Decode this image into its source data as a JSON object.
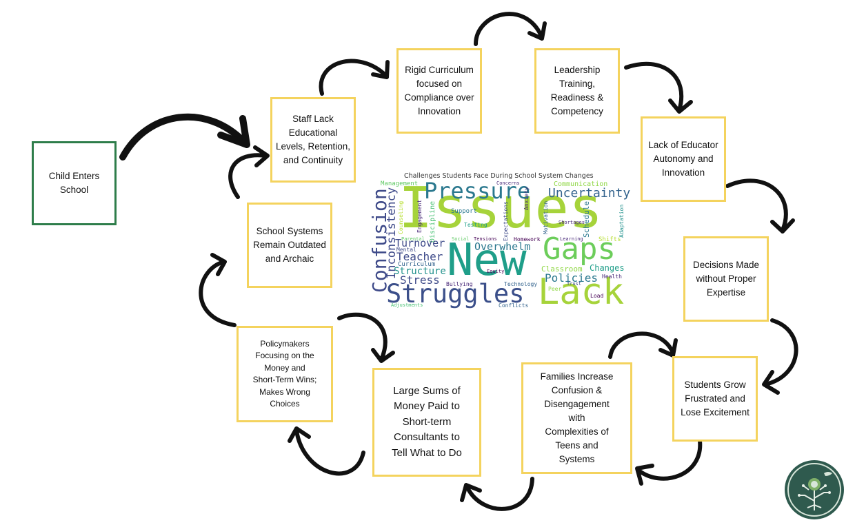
{
  "nodes": {
    "child_enters": "Child Enters\nSchool",
    "staff_lack": "Staff Lack\nEducational\nLevels, Retention,\nand Continuity",
    "rigid_curriculum": "Rigid Curriculum\nfocused on\nCompliance over\nInnovation",
    "leadership": "Leadership\nTraining,\nReadiness &\nCompetency",
    "lack_autonomy": "Lack of Educator\nAutonomy and\nInnovation",
    "decisions": "Decisions Made\nwithout Proper\nExpertise",
    "students_grow": "Students Grow\nFrustrated and\nLose Excitement",
    "families": "Families Increase\nConfusion &\nDisengagement\nwith\nComplexities of\nTeens and\nSystems",
    "large_sums": "Large Sums of\nMoney Paid to\nShort-term\nConsultants to\nTell What to Do",
    "policymakers": "Policymakers\nFocusing on the\nMoney and\nShort-Term Wins;\nMakes Wrong\nChoices",
    "school_systems": "School Systems\nRemain Outdated\nand Archaic"
  },
  "wordcloud": {
    "title": "Challenges Students Face During School System Changes",
    "words": {
      "issues": "Issues",
      "new": "New",
      "gaps": "Gaps",
      "lack": "Lack",
      "struggles": "Struggles",
      "pressure": "Pressure",
      "confusion": "Confusion",
      "uncertainty": "Uncertainty",
      "inconsistency": "Inconsistency",
      "turnover": "Turnover",
      "teacher": "Teacher",
      "overwhelm": "Overwhelm",
      "stress": "Stress",
      "structure": "Structure",
      "policies": "Policies",
      "changes": "Changes",
      "classroom": "Classroom",
      "communication": "Communication",
      "management": "Management",
      "curriculum": "Curriculum",
      "discipline": "Discipline",
      "counseling": "Counseling",
      "engagement": "Engagement",
      "support": "Support",
      "testing": "Testing",
      "expectations": "Expectations",
      "anxiety": "Anxiety",
      "concerns": "Concerns",
      "motivation": "Motivation",
      "schedule": "Schedule",
      "shortages": "Shortages",
      "adaptation": "Adaptation",
      "shifts": "Shifts",
      "homework": "Homework",
      "tensions": "Tensions",
      "social": "Social",
      "parental": "Parental",
      "mental": "Mental",
      "equity": "Equity",
      "bullying": "Bullying",
      "technology": "Technology",
      "health": "Health",
      "trust": "Trust",
      "load": "Load",
      "peer": "Peer",
      "adjustments": "Adjustments",
      "conflicts": "Conflicts",
      "learning": "Learning"
    }
  },
  "colors": {
    "box_border": "#f4d35e",
    "start_border": "#2e7d4a",
    "arrow": "#111111",
    "logo_bg": "#2f5a4e"
  },
  "logo": {
    "icon": "tree-circuit-logo"
  }
}
